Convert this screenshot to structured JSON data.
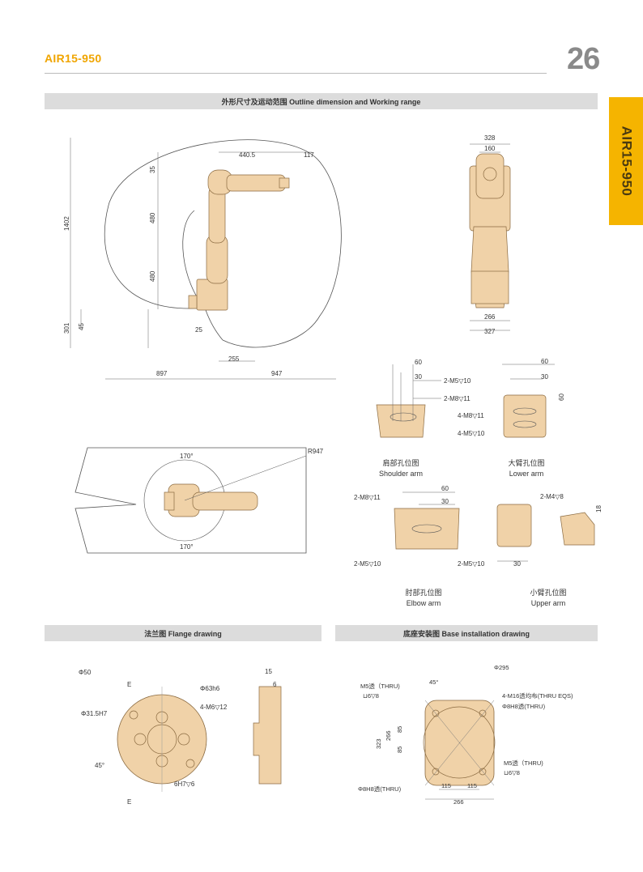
{
  "header": {
    "model": "AIR15-950",
    "page_number": "26",
    "side_tab": "AIR15-950"
  },
  "sections": {
    "outline": "外形尺寸及运动范围 Outline dimension and Working range",
    "flange": "法兰图 Flange drawing",
    "base": "底座安装图 Base installation drawing"
  },
  "side_view": {
    "d440_5": "440.5",
    "d117": "117",
    "d35": "35",
    "d480a": "480",
    "d480b": "480",
    "d1402": "1402",
    "d301": "301",
    "d45": "45",
    "d25": "25",
    "d255": "255",
    "d897": "897",
    "d947": "947"
  },
  "front_view": {
    "d328": "328",
    "d160": "160",
    "d266": "266",
    "d327": "327"
  },
  "top_view": {
    "r947": "R947",
    "a170_top": "170°",
    "a170_bottom": "170°"
  },
  "shoulder": {
    "d60": "60",
    "d30": "30",
    "m5": "2-M5▽10",
    "m8": "2-M8▽11",
    "cn": "肩部孔位图",
    "en": "Shoulder arm"
  },
  "lower": {
    "d60": "60",
    "d30": "30",
    "d60v": "60",
    "m8": "4-M8▽11",
    "m5": "4-M5▽10",
    "cn": "大臂孔位图",
    "en": "Lower arm"
  },
  "elbow": {
    "m8": "2-M8▽11",
    "d60": "60",
    "d30": "30",
    "m5": "2-M5▽10",
    "cn": "肘部孔位图",
    "en": "Elbow arm"
  },
  "upper": {
    "m4": "2-M4▽8",
    "d18": "18",
    "m5": "2-M5▽10",
    "d30": "30",
    "cn": "小臂孔位图",
    "en": "Upper arm"
  },
  "flange": {
    "phi50": "Φ50",
    "e1": "E",
    "phi63": "Φ63h6",
    "m6": "4-M6▽12",
    "phi31": "Φ31.5H7",
    "a45": "45°",
    "h7": "6H7▽6",
    "e2": "E",
    "d15": "15",
    "d6": "6"
  },
  "base": {
    "a45": "45°",
    "phi295": "Φ295",
    "m5t_a": "M5透（THRU)",
    "m5t_a2": "⊔6▽8",
    "m16": "4-M16透均布(THRU EQS)",
    "phi8a": "Φ8H8透(THRU)",
    "d323": "323",
    "d266v": "266",
    "d85a": "85",
    "d85b": "85",
    "m5t_b": "M5透（THRU)",
    "m5t_b2": "⊔6▽8",
    "phi8b": "Φ8H8透(THRU)",
    "d115a": "115",
    "d115b": "115",
    "d266": "266"
  }
}
